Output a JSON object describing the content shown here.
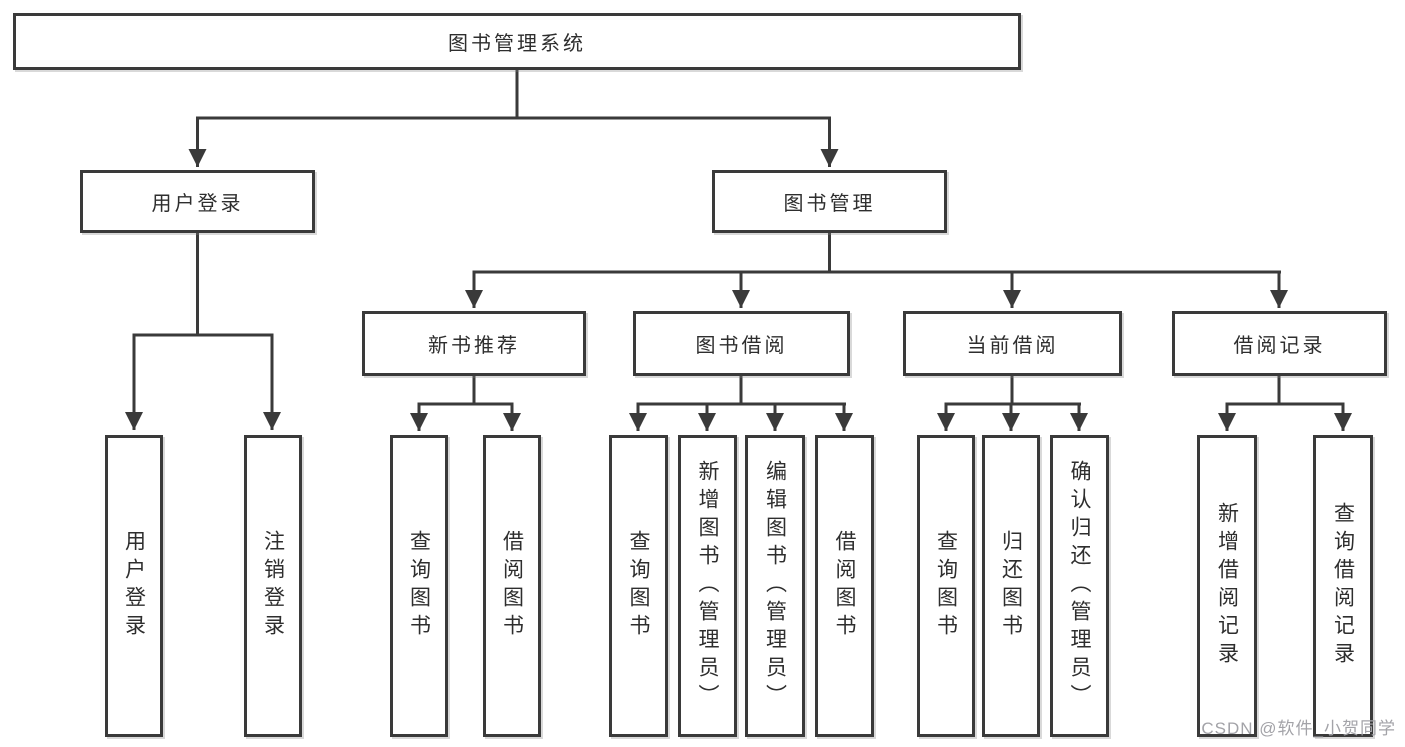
{
  "diagram": {
    "root": {
      "label": "图书管理系统"
    },
    "level1": [
      {
        "id": "user-login",
        "label": "用户登录"
      },
      {
        "id": "book-management",
        "label": "图书管理"
      }
    ],
    "level2": [
      {
        "id": "new-book-recommendation",
        "label": "新书推荐"
      },
      {
        "id": "book-borrowing",
        "label": "图书借阅"
      },
      {
        "id": "current-borrowing",
        "label": "当前借阅"
      },
      {
        "id": "borrowing-records",
        "label": "借阅记录"
      }
    ],
    "leaves": [
      {
        "id": "user-login",
        "parent": "user-login",
        "label": "用户登录"
      },
      {
        "id": "logout",
        "parent": "user-login",
        "label": "注销登录"
      },
      {
        "id": "query-books",
        "parent": "new-book-recommendation",
        "label": "查询图书"
      },
      {
        "id": "borrow-books",
        "parent": "new-book-recommendation",
        "label": "借阅图书"
      },
      {
        "id": "query-books",
        "parent": "book-borrowing",
        "label": "查询图书"
      },
      {
        "id": "add-books-admin",
        "parent": "book-borrowing",
        "label": "新增图书（管理员）"
      },
      {
        "id": "edit-books-admin",
        "parent": "book-borrowing",
        "label": "编辑图书（管理员）"
      },
      {
        "id": "borrow-books",
        "parent": "book-borrowing",
        "label": "借阅图书"
      },
      {
        "id": "query-books",
        "parent": "current-borrowing",
        "label": "查询图书"
      },
      {
        "id": "return-books",
        "parent": "current-borrowing",
        "label": "归还图书"
      },
      {
        "id": "confirm-return-admin",
        "parent": "current-borrowing",
        "label": "确认归还（管理员）"
      },
      {
        "id": "add-borrow-record",
        "parent": "borrowing-records",
        "label": "新增借阅记录"
      },
      {
        "id": "query-borrow-record",
        "parent": "borrowing-records",
        "label": "查询借阅记录"
      }
    ]
  },
  "watermark": {
    "text": "CSDN @软件_小贺同学"
  },
  "colors": {
    "line": "#3a3a3a",
    "box_border": "#3a3a3a",
    "text": "#2e2e2e",
    "background": "#ffffff",
    "watermark": "#a3a3a8"
  }
}
